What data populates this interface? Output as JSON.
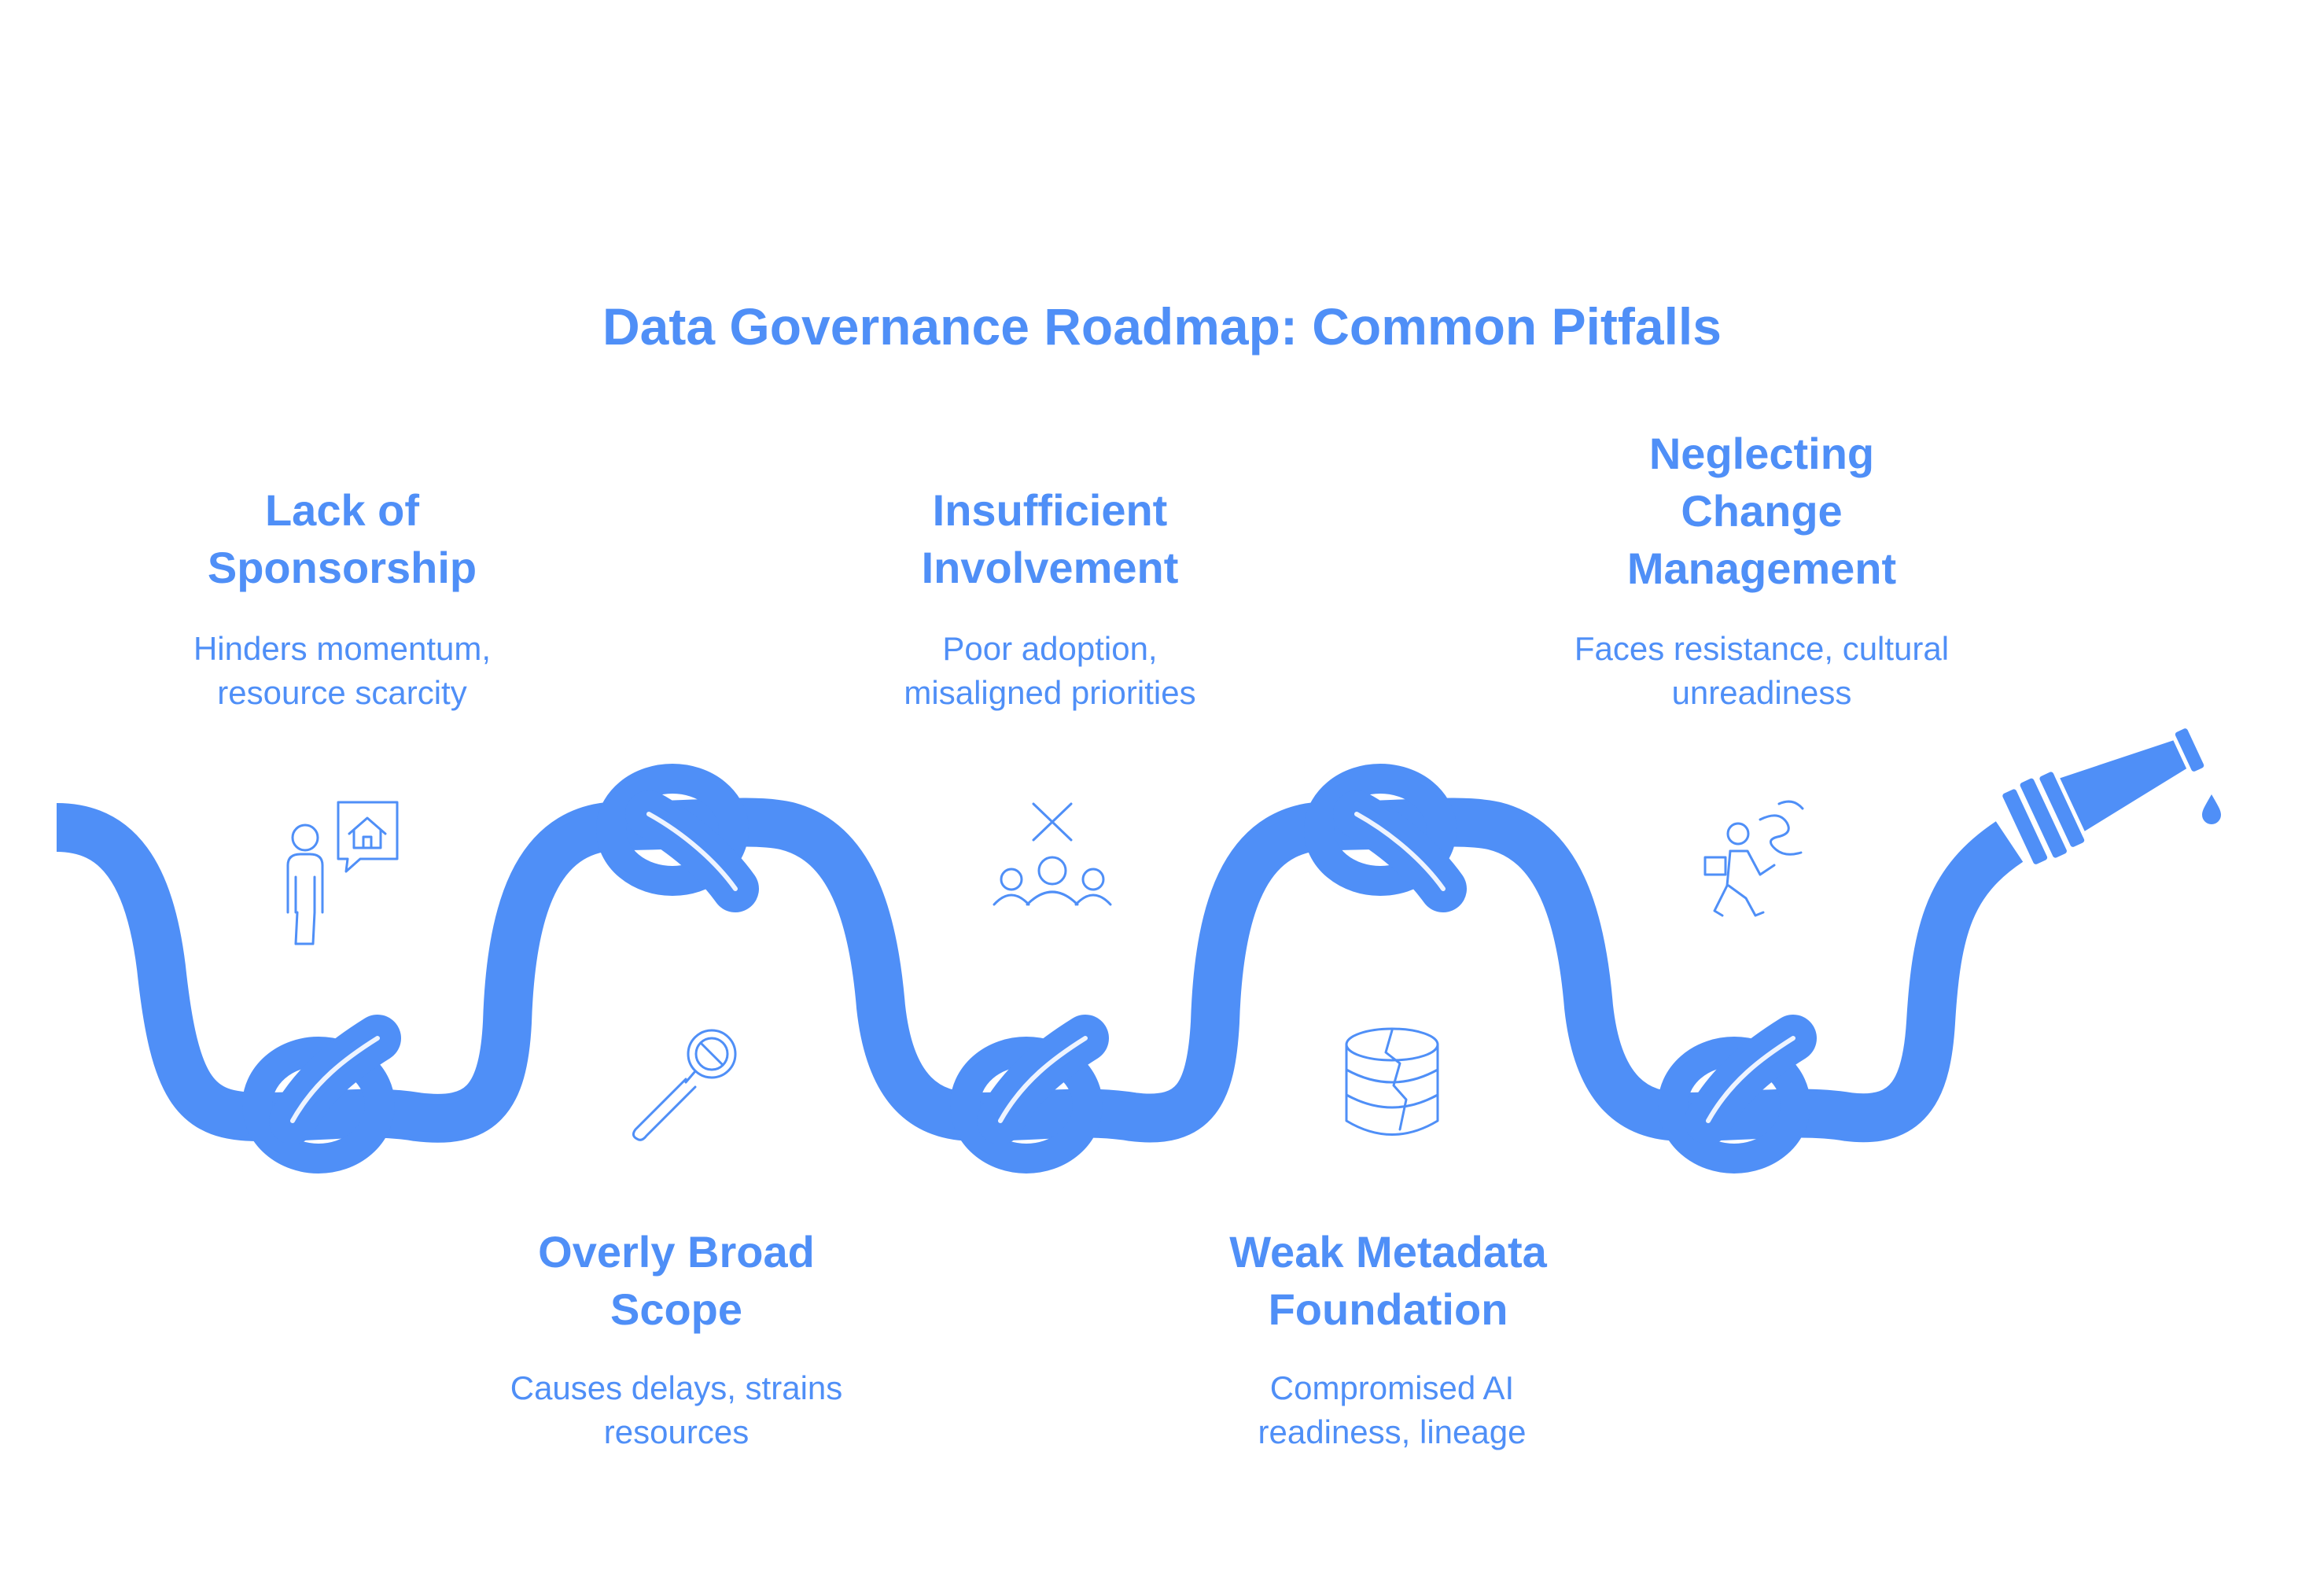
{
  "title": "Data Governance Roadmap: Common Pitfalls",
  "colors": {
    "accent": "#4f8ff7",
    "accent_dark": "#3d7ae8",
    "background": "#ffffff"
  },
  "pitfalls": [
    {
      "position": "top",
      "icon": "sponsor-presenting-icon",
      "heading": "Lack of Sponsorship",
      "description": "Hinders momentum, resource scarcity"
    },
    {
      "position": "bottom",
      "icon": "magnifier-blocked-icon",
      "heading": "Overly Broad Scope",
      "description": "Causes delays, strains resources"
    },
    {
      "position": "top",
      "icon": "group-excluded-icon",
      "heading": "Insufficient Involvement",
      "description": "Poor adoption, misaligned priorities"
    },
    {
      "position": "bottom",
      "icon": "broken-database-icon",
      "heading": "Weak Metadata Foundation",
      "description": "Compromised AI readiness, lineage"
    },
    {
      "position": "top",
      "icon": "person-running-away-icon",
      "heading": "Neglecting Change Management",
      "description": "Faces resistance, cultural unreadiness"
    }
  ]
}
